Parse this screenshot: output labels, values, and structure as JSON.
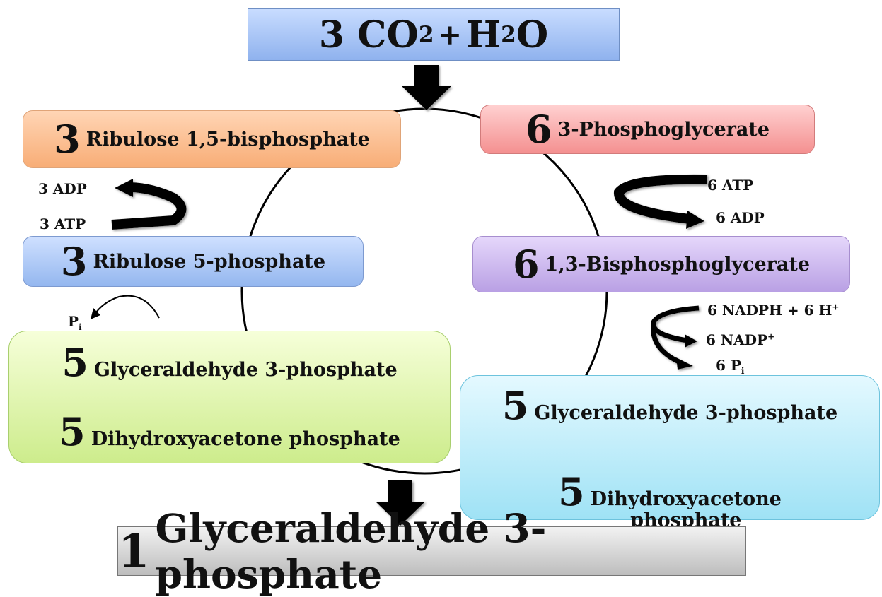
{
  "top": {
    "coefficient": "3",
    "formula_a": "CO",
    "sub_a": "2",
    "plus": "+",
    "formula_b": "H",
    "sub_b": "2",
    "formula_b2": "O"
  },
  "rubp": {
    "coefficient": "3",
    "name": "Ribulose 1,5-bisphosphate"
  },
  "pga": {
    "coefficient": "6",
    "name": "3-Phosphoglycerate"
  },
  "ru5p": {
    "coefficient": "3",
    "name": "Ribulose 5-phosphate"
  },
  "bpg": {
    "coefficient": "6",
    "name": "1,3-Bisphosphoglycerate"
  },
  "g3p_left": {
    "coefficient1": "5",
    "name1": "Glyceraldehyde 3-phosphate",
    "coefficient2": "5",
    "name2": "Dihydroxyacetone phosphate"
  },
  "g3p_right": {
    "coefficient1": "5",
    "name1": "Glyceraldehyde 3-phosphate",
    "coefficient2": "5",
    "name2a": "Dihydroxyacetone",
    "name2b": "phosphate"
  },
  "bottom": {
    "coefficient": "1",
    "name": "Glyceraldehyde 3-phosphate"
  },
  "cofactors": {
    "adp3": "3 ADP",
    "atp3": "3 ATP",
    "pi_left": "P",
    "pi_left_sub": "i",
    "atp6": "6 ATP",
    "adp6": "6 ADP",
    "nadph": "6 NADPH + 6 H",
    "nadph_sup": "+",
    "nadp": "6 NADP",
    "nadp_sup": "+",
    "pi6": "6 P",
    "pi6_sub": "i"
  }
}
